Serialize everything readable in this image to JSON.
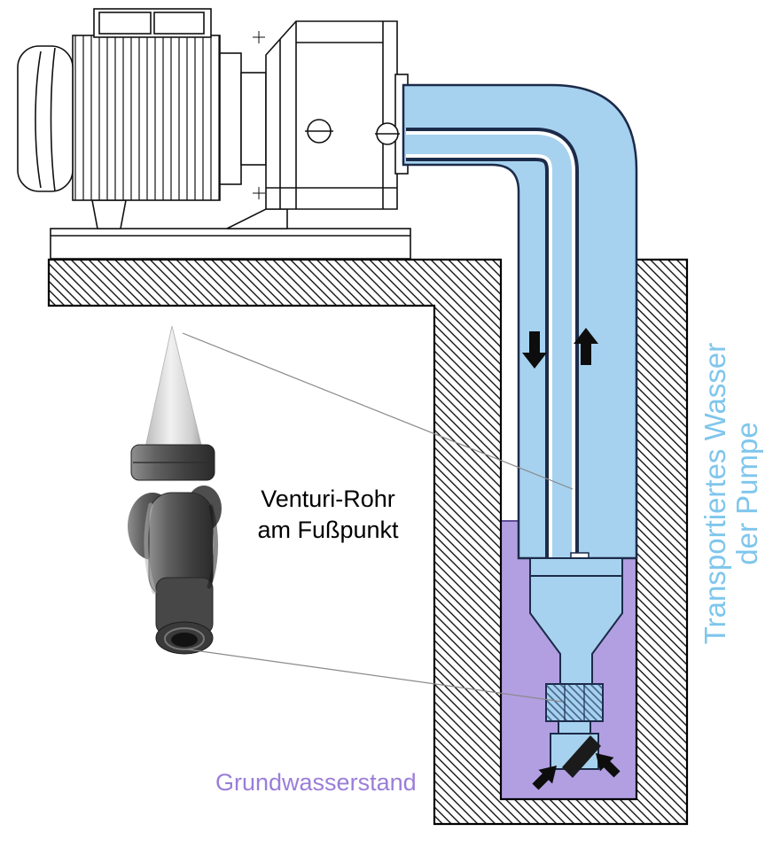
{
  "labels": {
    "venturi_caption_line1": "Venturi-Rohr",
    "venturi_caption_line2": "am Fußpunkt",
    "transported_water_line1": "Transportiertes Wasser",
    "transported_water_line2": "der Pumpe",
    "groundwater_level": "Grundwasserstand"
  },
  "colors": {
    "pipe_fill": "#a6d2ef",
    "pipe_outline": "#1c2b49",
    "water_purple": "#b29fe2",
    "waterline": "#5c4f96",
    "label_blue": "#7fc6ec",
    "label_purple": "#9a7ed8",
    "arrow_black": "#0d0d0d",
    "valve_dark": "#1b1b1b"
  },
  "icons": {
    "flow_down_arrow": "↓",
    "flow_up_arrow": "↑",
    "intake_arrow_left": "↗",
    "intake_arrow_right": "↖"
  }
}
